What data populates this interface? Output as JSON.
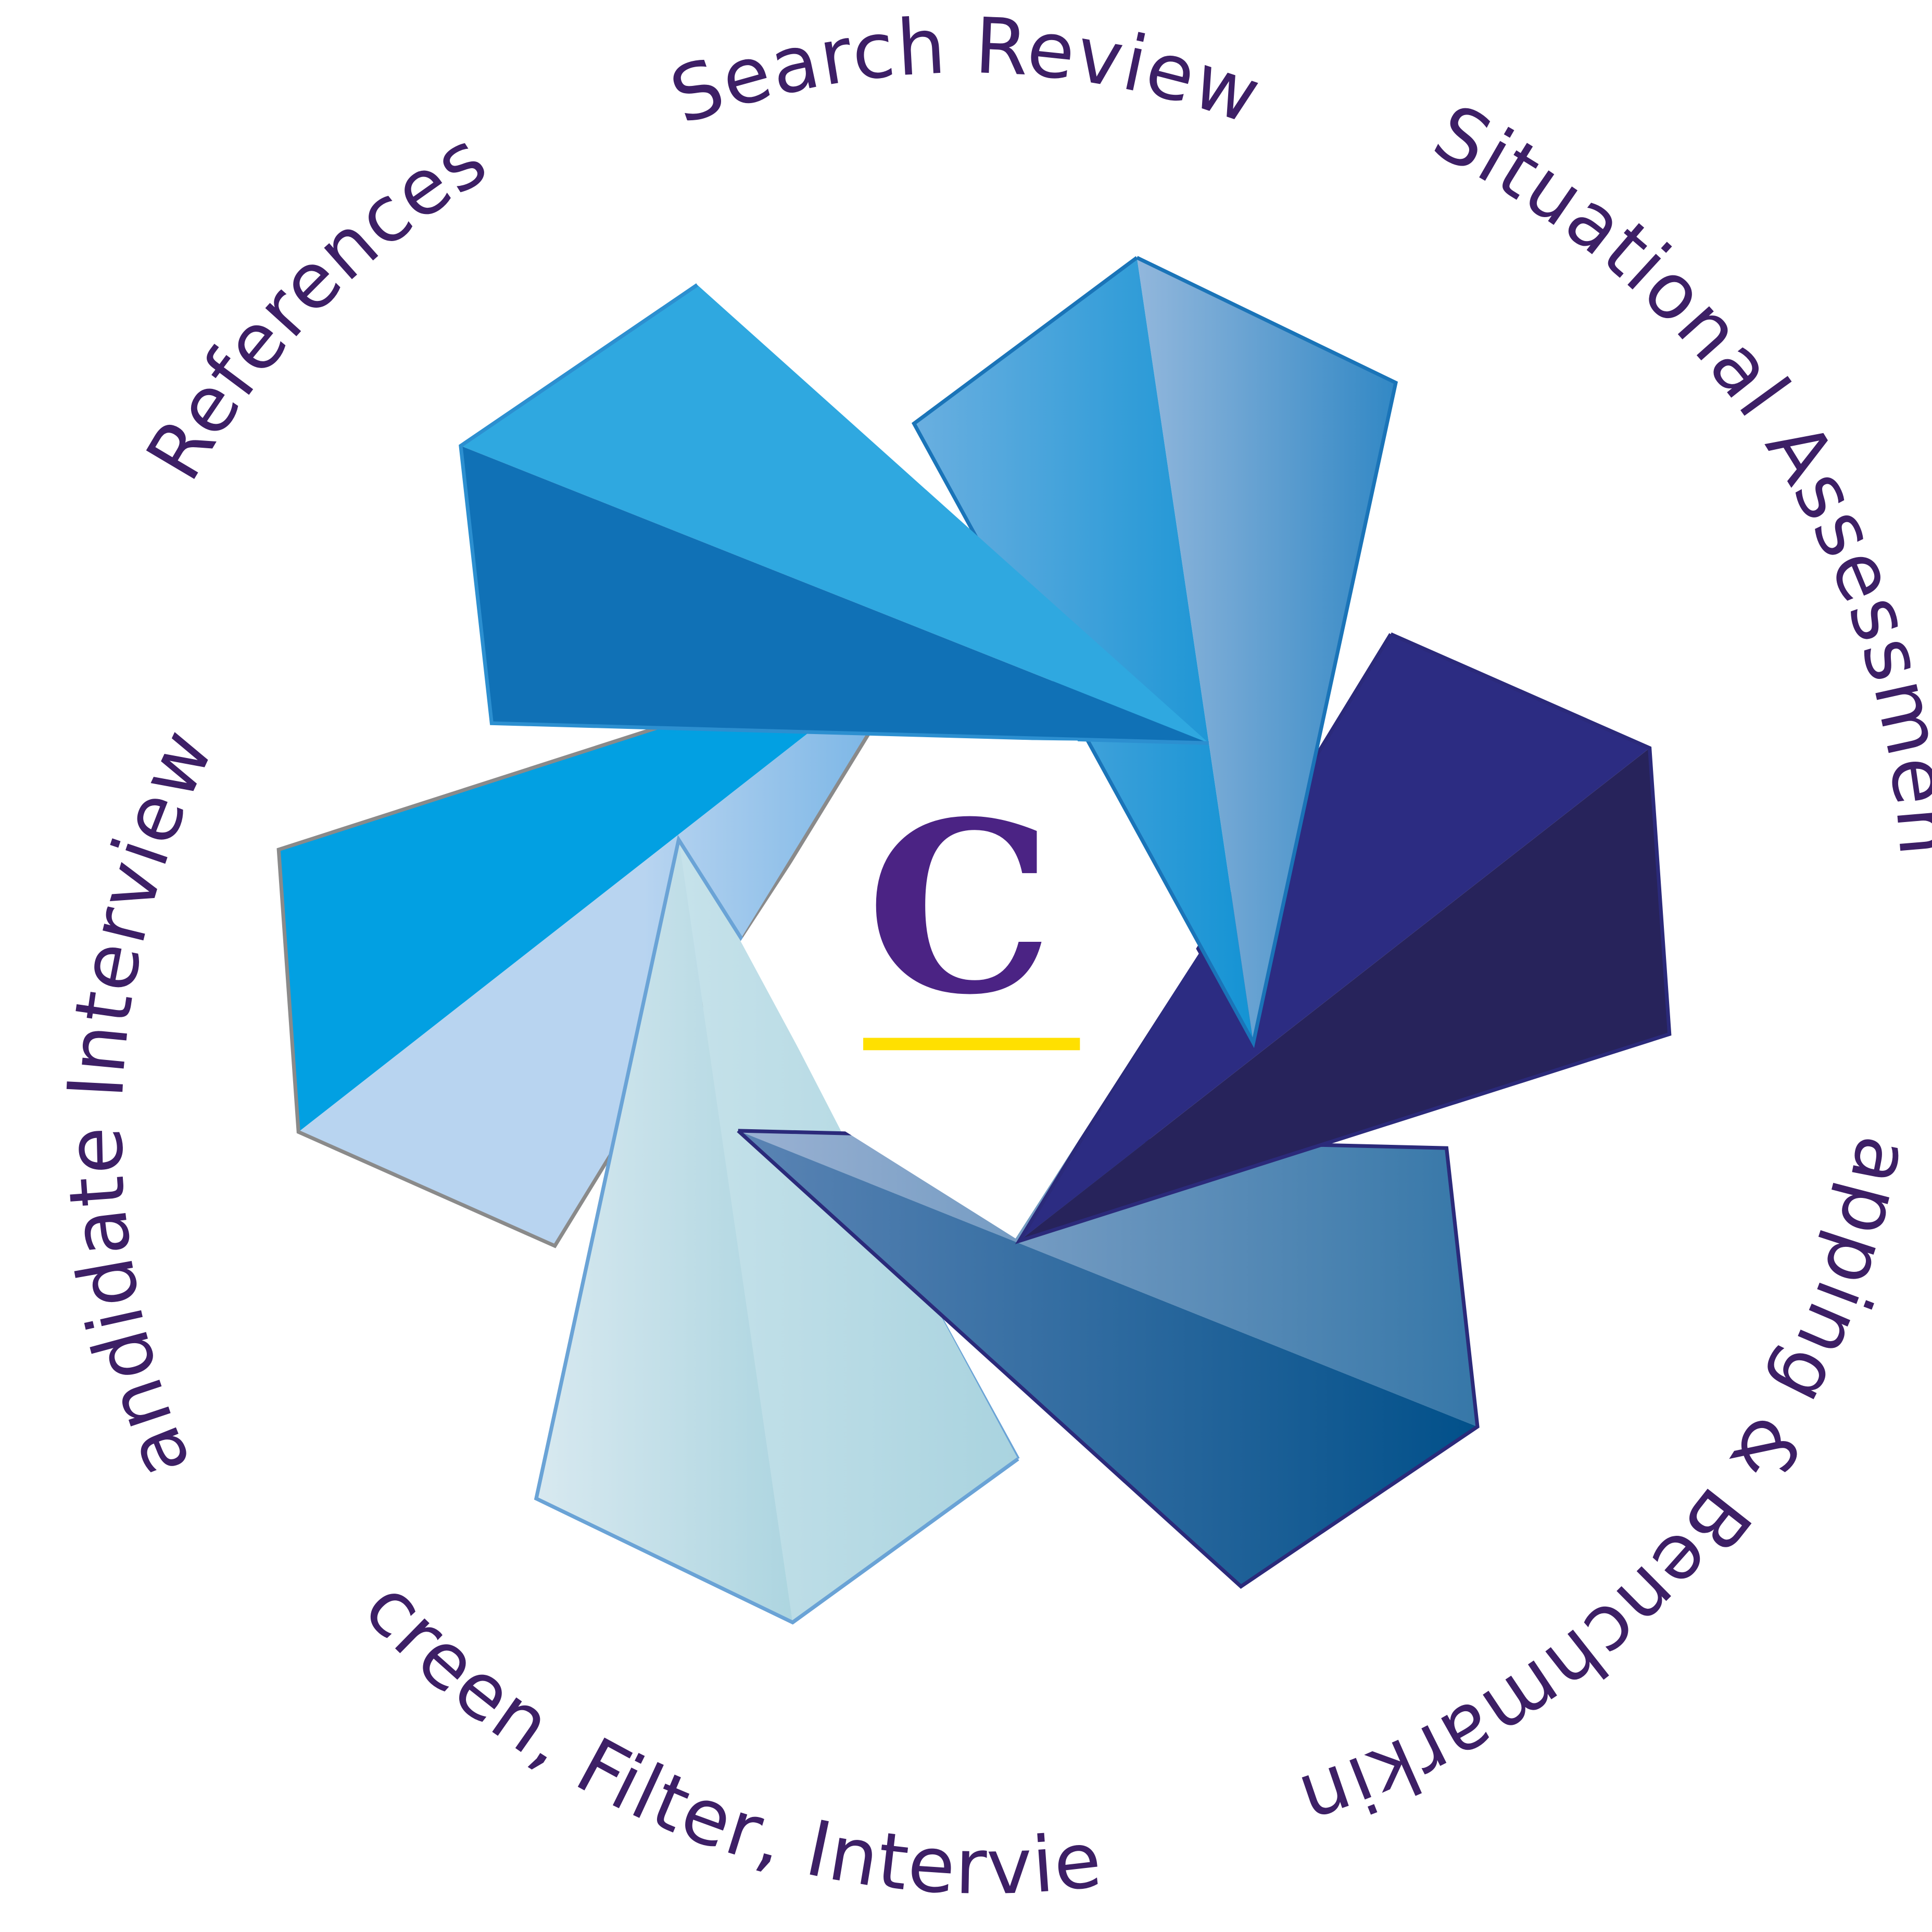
{
  "diagram": {
    "logo_letter": "C",
    "stages": [
      {
        "id": "search-review",
        "label": "Search Review"
      },
      {
        "id": "situational-assessment",
        "label": "Situational Assessment"
      },
      {
        "id": "mapping-benchmarking",
        "label": "Mapping & Benchmarking"
      },
      {
        "id": "screen-filter-interview",
        "label": "Screen, Filter, Interview"
      },
      {
        "id": "candidate-interviews",
        "label": "Candidate Interviews"
      },
      {
        "id": "references",
        "label": "References"
      }
    ]
  },
  "colors": {
    "label_text": "#3d1f66",
    "logo_letter": "#4b2384",
    "logo_underline": "#ffe000",
    "background": "#ffffff"
  }
}
